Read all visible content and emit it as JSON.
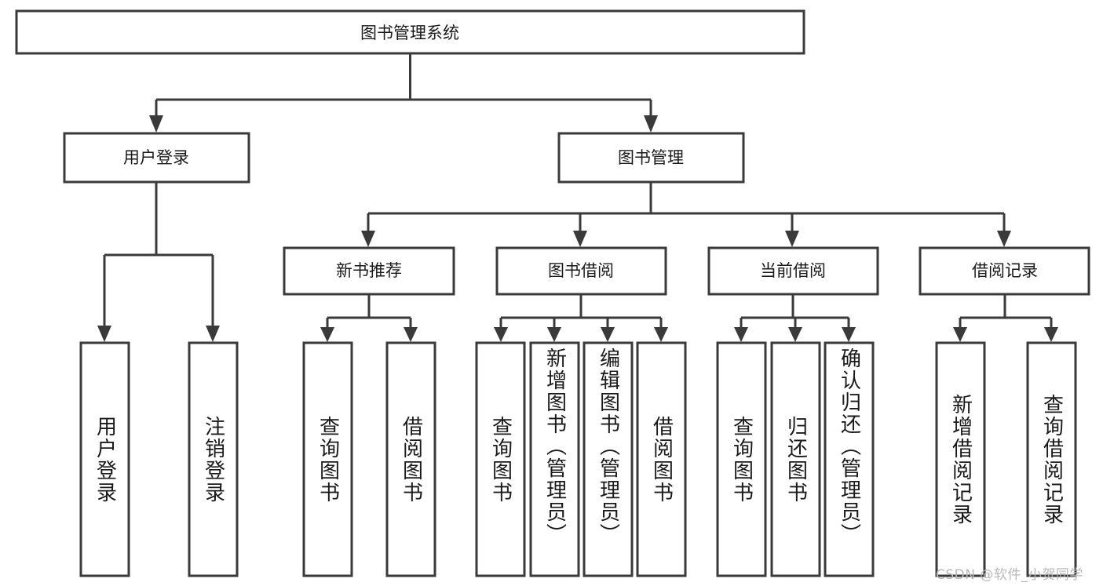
{
  "diagram": {
    "type": "tree-hierarchy",
    "title": "图书管理系统",
    "root": {
      "label": "图书管理系统",
      "orientation": "horizontal"
    },
    "level2": [
      {
        "label": "用户登录",
        "orientation": "horizontal"
      },
      {
        "label": "图书管理",
        "orientation": "horizontal"
      }
    ],
    "level3": [
      {
        "label": "新书推荐",
        "orientation": "horizontal",
        "parent": "图书管理"
      },
      {
        "label": "图书借阅",
        "orientation": "horizontal",
        "parent": "图书管理"
      },
      {
        "label": "当前借阅",
        "orientation": "horizontal",
        "parent": "图书管理"
      },
      {
        "label": "借阅记录",
        "orientation": "horizontal",
        "parent": "图书管理"
      }
    ],
    "leaves": {
      "user_login": [
        {
          "label": "用户登录",
          "orientation": "vertical"
        },
        {
          "label": "注销登录",
          "orientation": "vertical"
        }
      ],
      "new_book_recommend": [
        {
          "label": "查询图书",
          "orientation": "vertical"
        },
        {
          "label": "借阅图书",
          "orientation": "vertical"
        }
      ],
      "book_borrow": [
        {
          "label": "查询图书",
          "orientation": "vertical"
        },
        {
          "label": "新增图书（管理员）",
          "orientation": "vertical"
        },
        {
          "label": "编辑图书（管理员）",
          "orientation": "vertical"
        },
        {
          "label": "借阅图书",
          "orientation": "vertical"
        }
      ],
      "current_borrow": [
        {
          "label": "查询图书",
          "orientation": "vertical"
        },
        {
          "label": "归还图书",
          "orientation": "vertical"
        },
        {
          "label": "确认归还（管理员）",
          "orientation": "vertical"
        }
      ],
      "borrow_record": [
        {
          "label": "新增借阅记录",
          "orientation": "vertical"
        },
        {
          "label": "查询借阅记录",
          "orientation": "vertical"
        }
      ]
    },
    "colors": {
      "box_stroke": "#3a3a3a",
      "box_fill": "#ffffff",
      "text": "#1a1a1a",
      "connector": "#3a3a3a",
      "watermark": "#b9b9b9",
      "background": "#ffffff"
    }
  },
  "watermark": {
    "text": "CSDN @软件_小贺同学"
  }
}
